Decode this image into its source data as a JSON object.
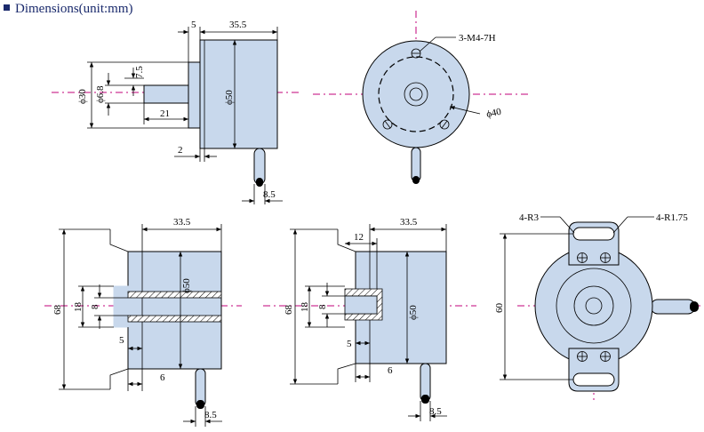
{
  "header": {
    "title": "Dimensions(unit:mm)"
  },
  "top_side_view": {
    "d_flange": "5",
    "d_body_length": "35.5",
    "d_phi30": "ϕ30",
    "d_phi6_8": "ϕ6.8",
    "d_7_5": "7.5",
    "d_21": "21",
    "d_phi50": "ϕ50",
    "d_2": "2",
    "d_8_5": "8.5"
  },
  "top_front_view": {
    "d_holes": "3-M4-7H",
    "d_phi40": "ϕ40"
  },
  "bottom_left_view": {
    "d_33_5": "33.5",
    "d_68": "68",
    "d_18": "18",
    "d_8": "8",
    "d_phi50": "ϕ50",
    "d_5": "5",
    "d_6": "6",
    "d_8_5": "8.5"
  },
  "bottom_middle_view": {
    "d_33_5": "33.5",
    "d_12": "12",
    "d_68": "68",
    "d_18": "18",
    "d_8": "8",
    "d_phi50": "ϕ50",
    "d_5": "5",
    "d_6": "6",
    "d_8_5": "8.5"
  },
  "bottom_right_view": {
    "d_4r3": "4-R3",
    "d_4r175": "4-R1.75",
    "d_60": "60"
  }
}
